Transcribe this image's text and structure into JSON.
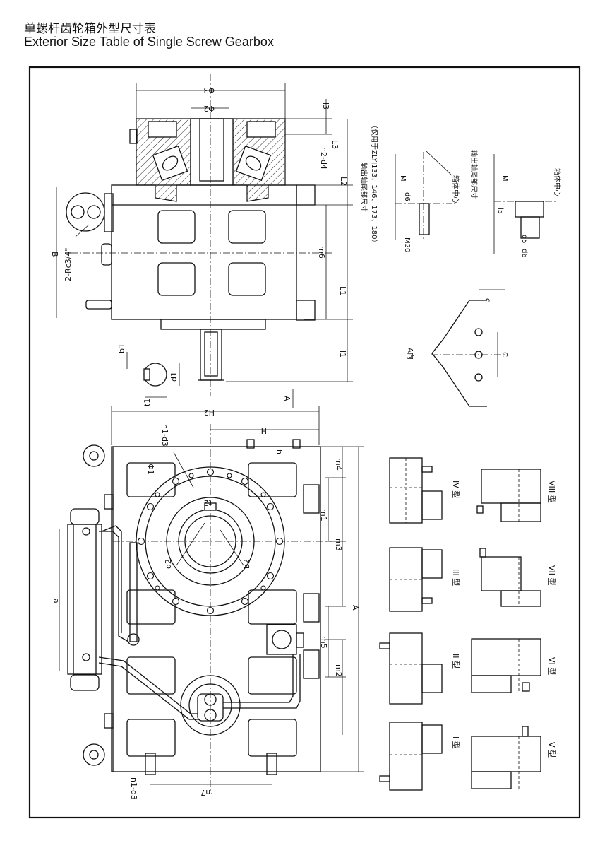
{
  "header": {
    "title_cn": "单螺杆齿轮箱外型尺寸表",
    "title_en": "Exterior Size Table of Single Screw Gearbox"
  },
  "dims_top": {
    "phi3": "Φ3",
    "phi2": "Φ2",
    "l3a": "l3",
    "l3b": "L3",
    "n2d4": "n2-d4",
    "L2": "L2",
    "m6": "m6",
    "L1": "L1",
    "l1": "l1",
    "B": "B",
    "rc": "2-Rc3/4\"",
    "b1": "b1",
    "d1": "d1",
    "t1": "t1"
  },
  "notes": {
    "shaft_tail_cn": "输出轴尾部尺寸",
    "shaft_tail_note_cn": "（仅用于ZLYJ133、146、173、180）",
    "box_center_cn": "箱体中心",
    "M": "M",
    "d6": "d6",
    "M20": "M20",
    "l5": "l5",
    "d5": "d5",
    "A_dir": "A向",
    "c": "c",
    "C": "C"
  },
  "dims_main": {
    "H2": "H2",
    "H": "H",
    "h": "h",
    "n1d3": "n1-d3",
    "phi1": "Φ1",
    "t2": "t2",
    "d2": "d2",
    "b2": "b2",
    "m1": "m1",
    "m3": "m3",
    "m4": "m4",
    "m5": "m5",
    "m2": "m2",
    "A": "A",
    "a": "a",
    "m7": "m7",
    "A_arrow": "A"
  },
  "types": {
    "t1": "I 型",
    "t2": "II 型",
    "t3": "III 型",
    "t4": "IV 型",
    "t5": "V 型",
    "t6": "VI 型",
    "t7": "VII 型",
    "t8": "VIII 型"
  }
}
